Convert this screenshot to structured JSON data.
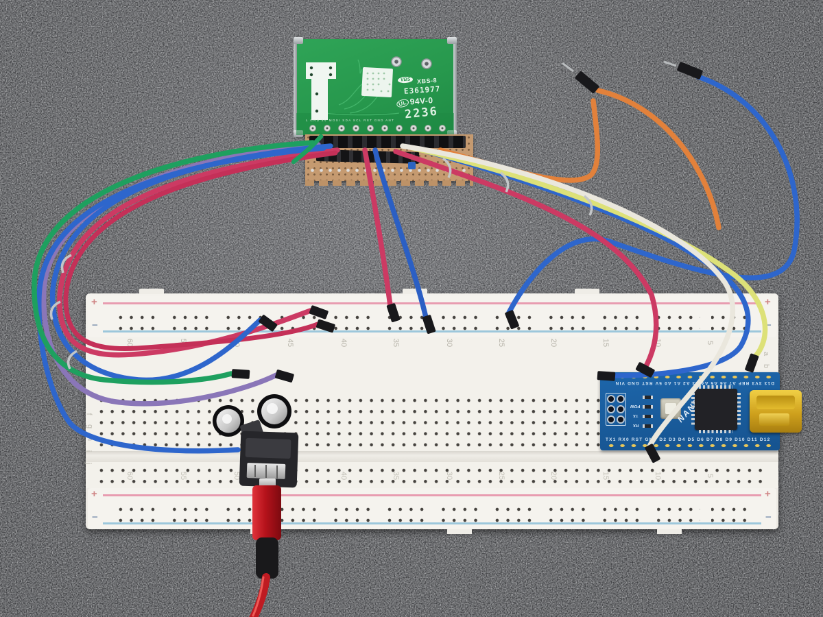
{
  "scene": {
    "description": "Photograph of an electronics prototype: RF module on adapter board wired to a solderless breadboard with an Arduino Nano, electrolytic capacitors and a 3.5mm audio jack with red plug",
    "background_color": "#46474a"
  },
  "rf_module": {
    "logo": "VBS",
    "model": "XBS-8",
    "serial": "E361977",
    "ul_mark": "UL",
    "flammability_rating": "94V-0",
    "date_code": "2236",
    "pin_labels": "L GND 5V MOSI SDA SCL RST GND ANT",
    "board_color": "#27984d"
  },
  "arduino": {
    "brand": "NANO",
    "top_pin_labels": "D13 3V3 REF A7 A6 A5 A4 A3 A2 A1 A0 5V RST GND VIN",
    "bottom_pin_labels": "TX1 RX0 RST GND D2 D3 D4 D5 D6 D7 D8 D9 D10 D11 D12",
    "led_labels": [
      "POW",
      "TX",
      "RX"
    ],
    "board_color": "#1d66ab"
  },
  "breadboard": {
    "column_numbers": [
      "60",
      "55",
      "50",
      "45",
      "40",
      "35",
      "30",
      "25",
      "20",
      "15",
      "10",
      "5"
    ],
    "row_letters_top": [
      "a",
      "b"
    ],
    "row_letters_bottom": [
      "f",
      "g",
      "h",
      "i",
      "j"
    ],
    "plus": "+",
    "minus": "−",
    "body_color": "#f3f1eb"
  },
  "wires": {
    "green": "#1ea05f",
    "blue": "#2e66cc",
    "purple": "#8a76b8",
    "pink": "#cc3a63",
    "orange": "#e2813b",
    "yellow": "#dde178",
    "white": "#eae7dd",
    "tie_silver": "#c3c6c8",
    "red_cable": "#bf1b22"
  }
}
